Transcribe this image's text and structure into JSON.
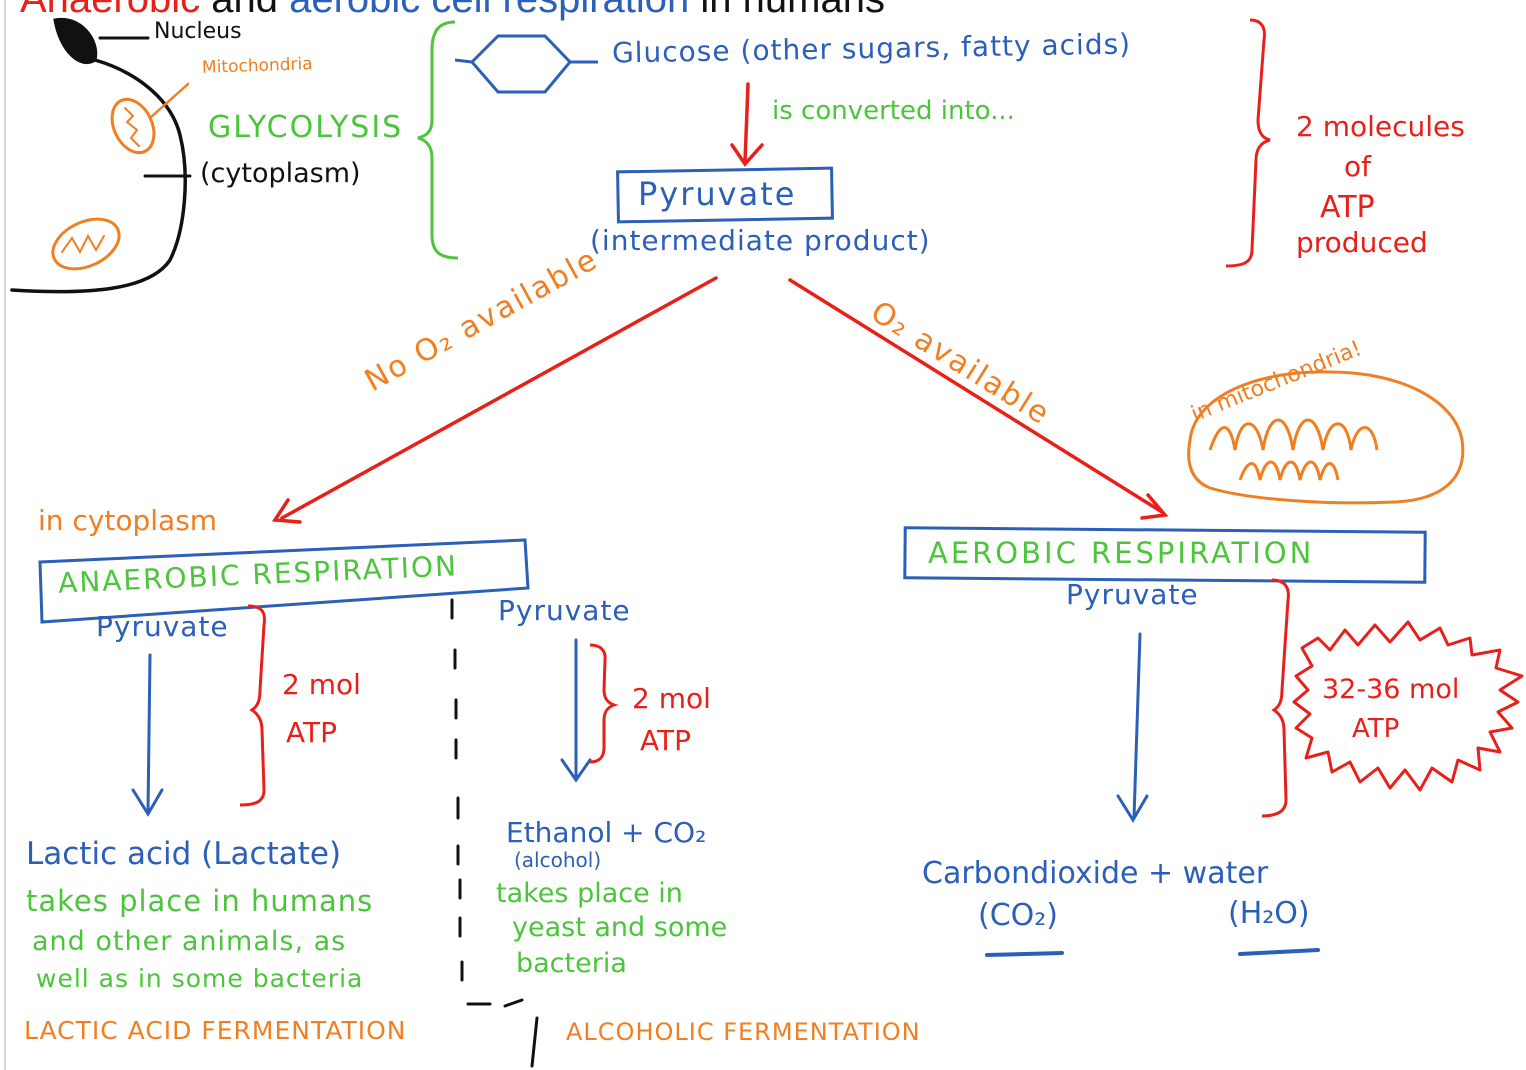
{
  "title": {
    "part1": "Anaerobic",
    "part2": " and ",
    "part3": "aerobic cell respiration",
    "part4": " in humans"
  },
  "cell": {
    "nucleus": "Nucleus",
    "mitochondria": "Mitochondria",
    "glycolysis": "GLYCOLYSIS",
    "cytoplasm": "(cytoplasm)"
  },
  "glycolysis": {
    "glucose": "Glucose (other sugars, fatty acids)",
    "converted": "is converted into...",
    "pyruvate": "Pyruvate",
    "intermediate": "(intermediate product)",
    "atp_line1": "2 molecules",
    "atp_line2": "of",
    "atp_line3": "ATP",
    "atp_line4": "produced"
  },
  "branches": {
    "no_o2": "No O₂ available",
    "o2": "O₂ available",
    "in_cytoplasm": "in cytoplasm",
    "in_mito": "in mitochondria!"
  },
  "anaerobic": {
    "header": "ANAEROBIC RESPIRATION",
    "left": {
      "pyruvate": "Pyruvate",
      "mol": "2 mol",
      "atp": "ATP",
      "product": "Lactic acid (Lactate)",
      "desc1": "takes place in humans",
      "desc2": "and other animals, as",
      "desc3": "well as in some bacteria",
      "name": "LACTIC ACID FERMENTATION"
    },
    "right": {
      "pyruvate": "Pyruvate",
      "mol": "2 mol",
      "atp": "ATP",
      "product": "Ethanol + CO₂",
      "alcohol": "(alcohol)",
      "desc1": "takes place in",
      "desc2": "yeast and some",
      "desc3": "bacteria",
      "name": "ALCOHOLIC FERMENTATION"
    }
  },
  "aerobic": {
    "header": "AEROBIC RESPIRATION",
    "pyruvate": "Pyruvate",
    "mol": "32-36 mol",
    "atp": "ATP",
    "product": "Carbondioxide + water",
    "co2": "(CO₂)",
    "h2o": "(H₂O)"
  },
  "colors": {
    "blue": "#2b5fb8",
    "green": "#4cc53c",
    "red": "#e8201a",
    "orange": "#f07f22",
    "black": "#111111"
  }
}
